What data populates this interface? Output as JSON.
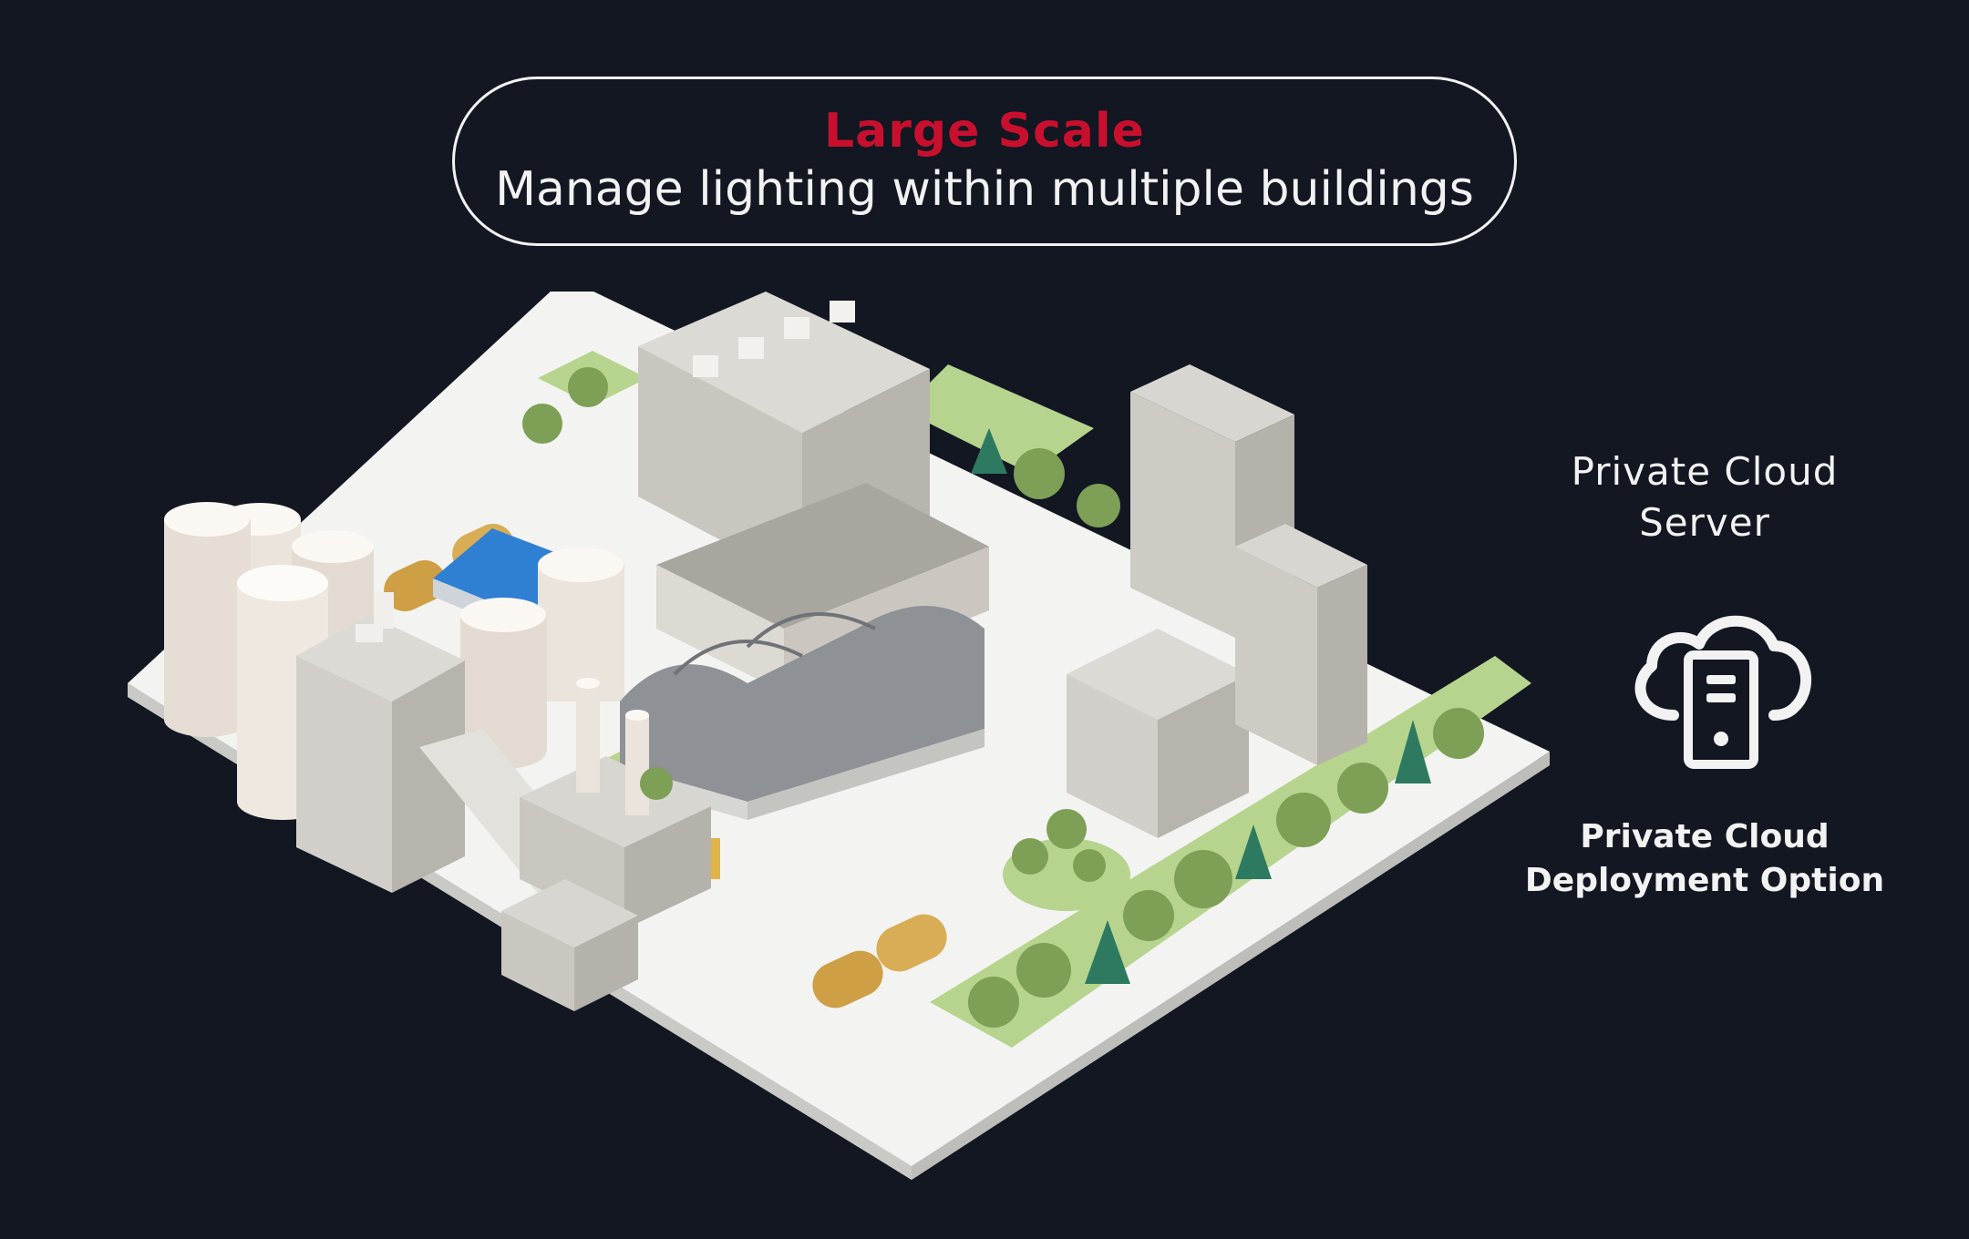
{
  "headline": {
    "title": "Large Scale",
    "subtitle": "Manage lighting within multiple buildings"
  },
  "server": {
    "heading": "Private Cloud Server",
    "icon": "cloud-server-icon",
    "label": "Private Cloud Deployment Option"
  },
  "colors": {
    "background": "#121722",
    "accent": "#c8102e",
    "text": "#f2f2f2",
    "ground": "#f1f1ef",
    "building": "#dddbd6",
    "lawn": "#b6d48e",
    "tank": "#d8ad55",
    "roof_blue": "#2f7fd3",
    "hangar": "#8e9196"
  }
}
